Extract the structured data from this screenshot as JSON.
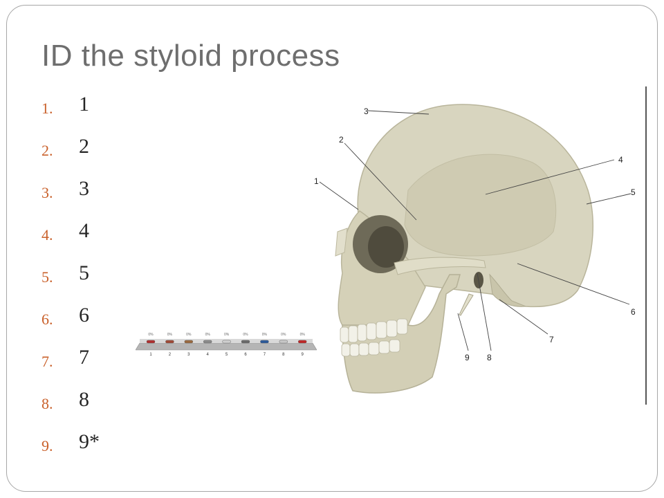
{
  "slide": {
    "title": "ID the styloid process",
    "answers": [
      {
        "num": "1.",
        "text": "1"
      },
      {
        "num": "2.",
        "text": "2"
      },
      {
        "num": "3.",
        "text": "3"
      },
      {
        "num": "4.",
        "text": "4"
      },
      {
        "num": "5.",
        "text": "5"
      },
      {
        "num": "6.",
        "text": "6"
      },
      {
        "num": "7.",
        "text": "7"
      },
      {
        "num": "8.",
        "text": "8"
      },
      {
        "num": "9.",
        "text": "9*"
      }
    ]
  },
  "response_bar": {
    "percent_labels": [
      "0%",
      "0%",
      "0%",
      "0%",
      "0%",
      "0%",
      "0%",
      "0%",
      "0%"
    ],
    "number_labels": [
      "1",
      "2",
      "3",
      "4",
      "5",
      "6",
      "7",
      "8",
      "9"
    ],
    "colors": [
      "#b03030",
      "#a04a36",
      "#9a6a40",
      "#8a8a8a",
      "#d0d0d0",
      "#6a6a6a",
      "#2d5a9a",
      "#c8c8c8",
      "#c02828"
    ]
  },
  "diagram": {
    "callouts": [
      "1",
      "2",
      "3",
      "4",
      "5",
      "6",
      "7",
      "8",
      "9"
    ]
  }
}
